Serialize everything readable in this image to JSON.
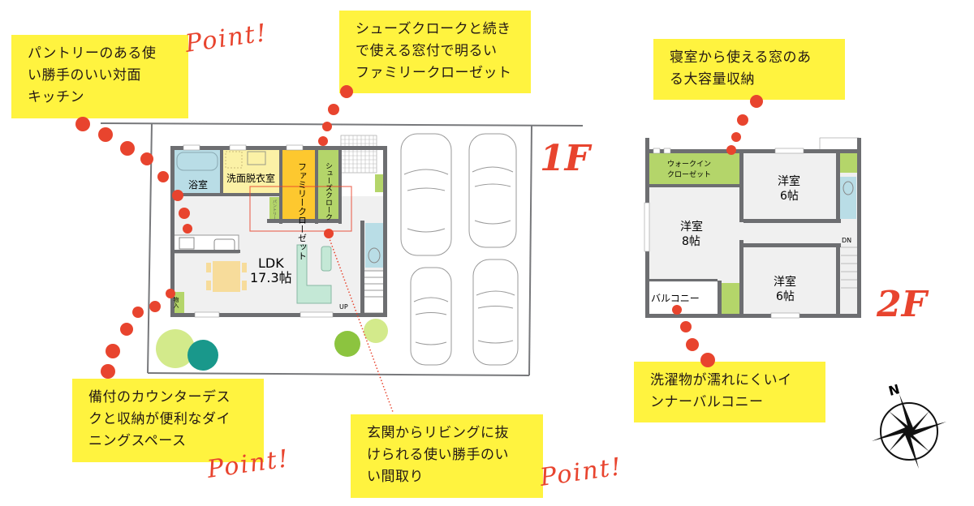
{
  "callouts": {
    "pantry_kitchen": {
      "lines": [
        "パントリーのある使",
        "い勝手のいい対面",
        "キッチン"
      ]
    },
    "family_closet": {
      "lines": [
        "シューズクロークと続き",
        "で使える窓付で明るい",
        "ファミリークローゼット"
      ]
    },
    "dining_space": {
      "lines": [
        "備付のカウンターデス",
        "クと収納が便利なダイ",
        "ニングスペース"
      ]
    },
    "entrance_living": {
      "lines": [
        "玄関からリビングに抜",
        "けられる使い勝手のい",
        "い間取り"
      ]
    },
    "walkin_closet": {
      "lines": [
        "寝室から使える窓のあ",
        "る大容量収納"
      ]
    },
    "inner_balcony": {
      "lines": [
        "洗濯物が濡れにくいイ",
        "ンナーバルコニー"
      ]
    }
  },
  "point_label": "Point!",
  "floors": {
    "first": {
      "label": "1F",
      "rooms": {
        "bath": "浴室",
        "washroom": "洗面脱衣室",
        "family_closet": "ファミリークローゼット",
        "family_closet_lines": [
          "ファ",
          "ミリ",
          "ー",
          "クロ",
          "ゼッ",
          "ト"
        ],
        "shoes_cloak": "シューズクローク",
        "pantry": "パントリー",
        "ldk_name": "LDK",
        "ldk_size": "17.3帖",
        "storage": "物入",
        "stairs": "UP"
      }
    },
    "second": {
      "label": "2F",
      "rooms": {
        "walkin_closet_line1": "ウォークイン",
        "walkin_closet_line2": "クローゼット",
        "room_a_name": "洋室",
        "room_a_size": "6帖",
        "room_b_name": "洋室",
        "room_b_size": "8帖",
        "room_c_name": "洋室",
        "room_c_size": "6帖",
        "balcony": "バルコニー",
        "stairs": "DN"
      }
    }
  },
  "compass": {
    "north_label": "N"
  },
  "colors": {
    "callout_bg": "#fff33f",
    "accent_red": "#e8442e",
    "wall": "#6d6e71",
    "bath_blue": "#b9dde6",
    "washroom_yellow": "#fbf1a6",
    "closet_orange": "#fdc82f",
    "storage_green": "#b4d56a",
    "sofa_mint": "#c4e8d6",
    "table_tan": "#f7dc9b",
    "floor_gray": "#f0f0f0"
  }
}
